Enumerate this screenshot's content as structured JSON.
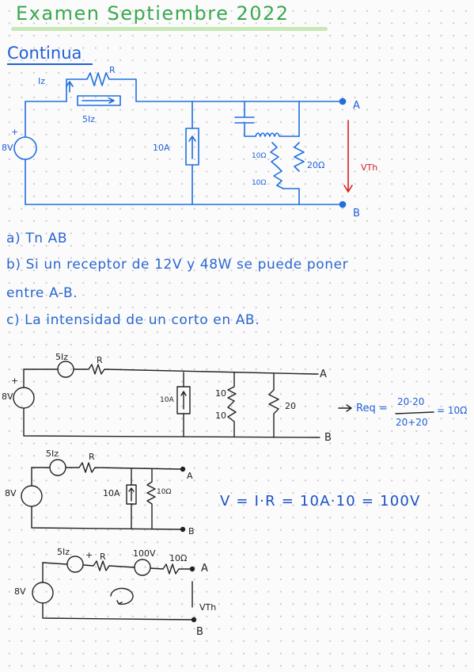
{
  "title": "Examen Septiembre 2022",
  "section": "Continua",
  "questions": {
    "a": "a) Tn AB",
    "b1": "b) Si un receptor de 12V y 48W se puede poner",
    "b2": "entre A-B.",
    "c": "c) La intensidad de un corto en AB."
  },
  "circuit1": {
    "label_iz": "Iz",
    "label_r": "R",
    "label_source": "5Iz",
    "label_v": "8V",
    "label_plus": "+",
    "label_10a": "10A",
    "label_r10a": "10Ω",
    "label_r10b": "10Ω",
    "label_20": "20Ω",
    "label_vth": "VTh",
    "label_a": "A",
    "label_b": "B"
  },
  "circuit2": {
    "label_source": "5Iz",
    "label_r": "R",
    "label_v": "8V",
    "label_plus": "+",
    "label_10a": "10A",
    "label_r10a": "10",
    "label_r10b": "10",
    "label_20": "20",
    "label_a": "A",
    "label_b": "B",
    "req": "Req =",
    "req_num": "20·20",
    "req_den": "20+20",
    "req_result": "= 10Ω"
  },
  "circuit3": {
    "label_source": "5Iz",
    "label_r": "R",
    "label_v": "8V",
    "label_10a": "10A",
    "label_10": "10Ω",
    "label_a": "A",
    "label_b": "B",
    "equation": "V = I·R = 10A·10 = 100V"
  },
  "circuit4": {
    "label_source": "5Iz",
    "label_plus": "+",
    "label_r": "R",
    "label_100v": "100V",
    "label_10": "10Ω",
    "label_a": "A",
    "label_b": "B",
    "label_v": "8V",
    "label_vth": "VTh"
  }
}
